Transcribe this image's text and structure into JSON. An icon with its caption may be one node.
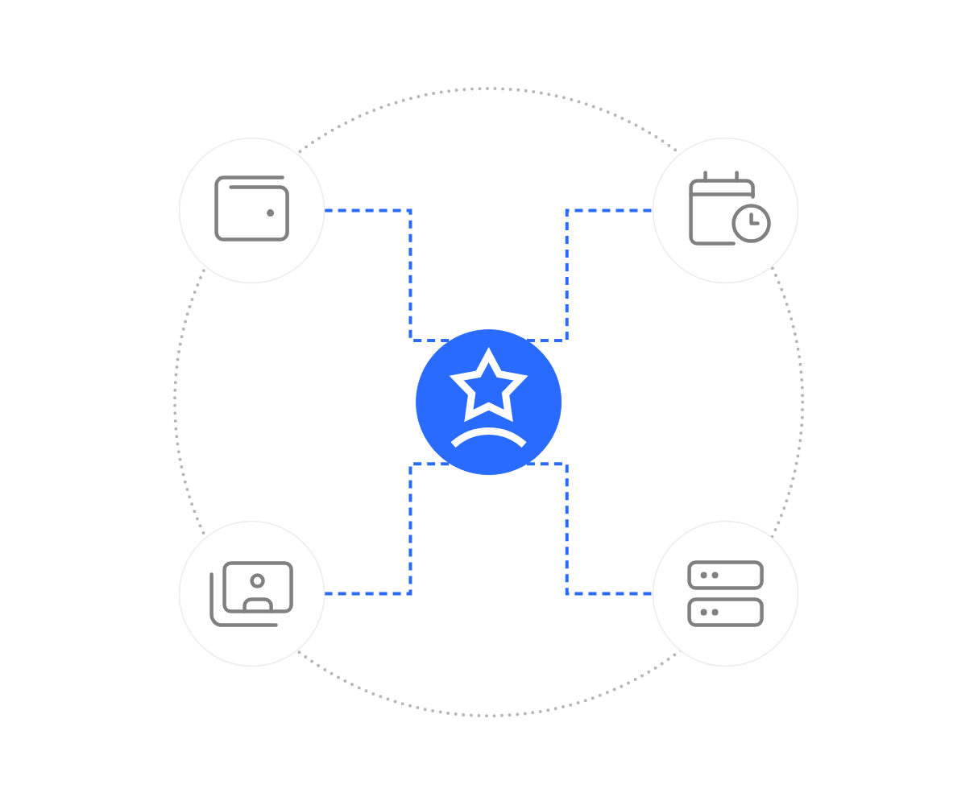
{
  "diagram": {
    "nodes": [
      {
        "text": [],
        "shape": "circle"
      },
      {
        "text": [],
        "shape": "circle"
      },
      {
        "text": [],
        "shape": "circle"
      },
      {
        "text": [],
        "shape": "circle"
      },
      {
        "text": [],
        "shape": "circle"
      }
    ],
    "edges": [
      {
        "from": 0,
        "to": 2,
        "arrow": "none",
        "style": "dashed"
      },
      {
        "from": 2,
        "to": 1,
        "arrow": "none",
        "style": "dashed"
      },
      {
        "from": 3,
        "to": 2,
        "arrow": "none",
        "style": "dashed"
      },
      {
        "from": 2,
        "to": 4,
        "arrow": "none",
        "style": "dashed"
      }
    ]
  }
}
